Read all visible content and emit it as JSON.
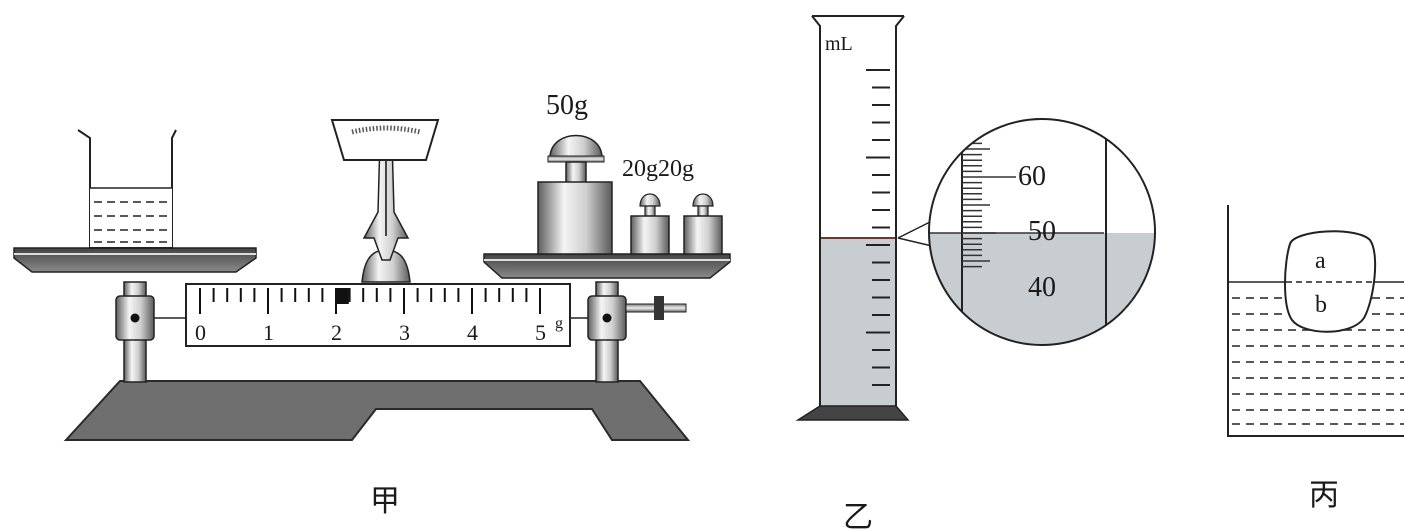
{
  "balance": {
    "weights": [
      {
        "label": "50g",
        "mass": 50
      },
      {
        "label": "20g",
        "mass": 20
      },
      {
        "label": "20g",
        "mass": 20
      }
    ],
    "weights_label_pair": "20g20g",
    "scale_labels": [
      "0",
      "1",
      "2",
      "3",
      "4",
      "5"
    ],
    "scale_unit": "g",
    "rider_reading": 2.1
  },
  "cylinder": {
    "unit": "mL",
    "liquid_level_ml": 50,
    "magnified_labels": [
      "60",
      "50",
      "40"
    ]
  },
  "block": {
    "label_above": "a",
    "label_below": "b"
  },
  "captions": {
    "balance": "甲",
    "cylinder": "乙",
    "block": "丙"
  }
}
